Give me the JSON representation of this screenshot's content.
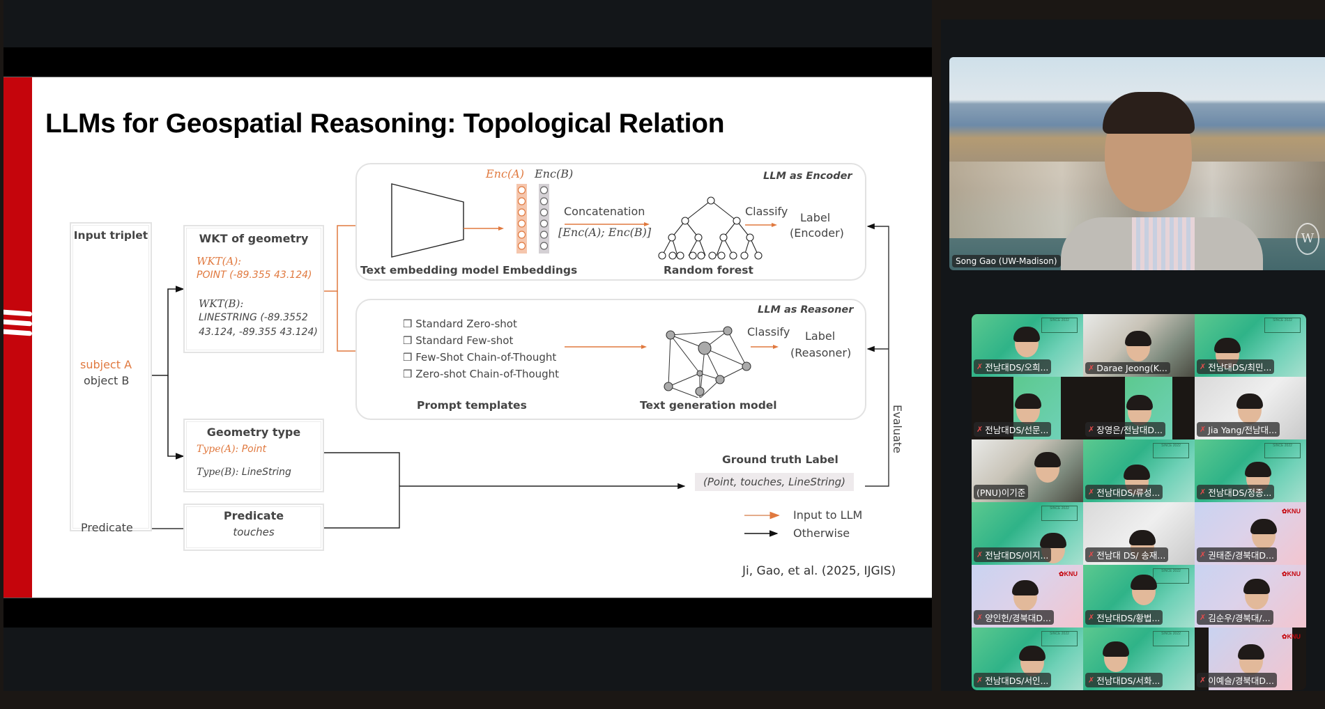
{
  "slide": {
    "title": "LLMs for Geospatial Reasoning: Topological Relation",
    "input_triplet": {
      "title": "Input triplet",
      "subject": "subject A",
      "object": "object B",
      "predicate": "Predicate"
    },
    "wkt_box": {
      "title": "WKT of geometry",
      "a_label": "WKT(A):",
      "a_value": "POINT (-89.355 43.124)",
      "b_label": "WKT(B):",
      "b_value_line1": "LINESTRING (-89.3552",
      "b_value_line2": "43.124, -89.355 43.124)"
    },
    "geometry_type_box": {
      "title": "Geometry type",
      "a_label": "Type(A):",
      "a_value": "Point",
      "b_label": "Type(B):",
      "b_value": "LineString"
    },
    "predicate_box": {
      "title": "Predicate",
      "value": "touches"
    },
    "encoder_panel": {
      "tag": "LLM as Encoder",
      "model_label": "Text embedding model",
      "embeddings_label": "Embeddings",
      "enc_a": "Enc(A)",
      "enc_b": "Enc(B)",
      "concat_label": "Concatenation",
      "concat_formula": "[Enc(A); Enc(B)]",
      "forest_label": "Random forest",
      "classify": "Classify",
      "output_line1": "Label",
      "output_line2": "(Encoder)"
    },
    "reasoner_panel": {
      "tag": "LLM as Reasoner",
      "prompts": [
        "Standard Zero-shot",
        "Standard Few-shot",
        "Few-Shot Chain-of-Thought",
        "Zero-shot Chain-of-Thought"
      ],
      "prompts_label": "Prompt templates",
      "model_label": "Text generation model",
      "classify": "Classify",
      "output_line1": "Label",
      "output_line2": "(Reasoner)"
    },
    "ground_truth": {
      "title": "Ground truth Label",
      "value": "(Point, touches, LineString)"
    },
    "evaluate": "Evaluate",
    "legend": {
      "orange": "Input to LLM",
      "black": "Otherwise"
    },
    "citation": "Ji, Gao, et al. (2025, IJGIS)",
    "colors": {
      "accent_red": "#c5050c",
      "orange": "#e0793f"
    }
  },
  "speaker": {
    "name": "Song Gao (UW-Madison)"
  },
  "participants": [
    {
      "name": "전남대DS/오희...",
      "muted": true,
      "bg": "green"
    },
    {
      "name": "Darae Jeong(K...",
      "muted": true,
      "bg": "office"
    },
    {
      "name": "전남대DS/최민...",
      "muted": true,
      "bg": "green"
    },
    {
      "name": "전남대DS/선문...",
      "muted": true,
      "bg": "green-narrow"
    },
    {
      "name": "장영은/전남대D...",
      "muted": true,
      "bg": "green-narrow"
    },
    {
      "name": "Jia Yang/전남대...",
      "muted": true,
      "bg": "white"
    },
    {
      "name": "(PNU)이기준",
      "muted": false,
      "bg": "office"
    },
    {
      "name": "전남대DS/류성...",
      "muted": true,
      "bg": "green"
    },
    {
      "name": "전남대DS/정종...",
      "muted": true,
      "bg": "green"
    },
    {
      "name": "전남대DS/이지...",
      "muted": true,
      "bg": "green"
    },
    {
      "name": "전남대 DS/ 송재...",
      "muted": true,
      "bg": "white"
    },
    {
      "name": "권태준/경북대D...",
      "muted": true,
      "bg": "pink"
    },
    {
      "name": "양인헌/경북대D...",
      "muted": true,
      "bg": "pink"
    },
    {
      "name": "전남대DS/황법...",
      "muted": true,
      "bg": "green"
    },
    {
      "name": "김순우/경북대/...",
      "muted": true,
      "bg": "pink"
    },
    {
      "name": "전남대DS/서인...",
      "muted": true,
      "bg": "green"
    },
    {
      "name": "전남대DS/서화...",
      "muted": true,
      "bg": "green"
    },
    {
      "name": "이예슬/경북대D...",
      "muted": true,
      "bg": "pink-narrow"
    }
  ],
  "icons": {
    "mic_off": "mic-off-icon",
    "checkbox": "checkbox-icon"
  }
}
